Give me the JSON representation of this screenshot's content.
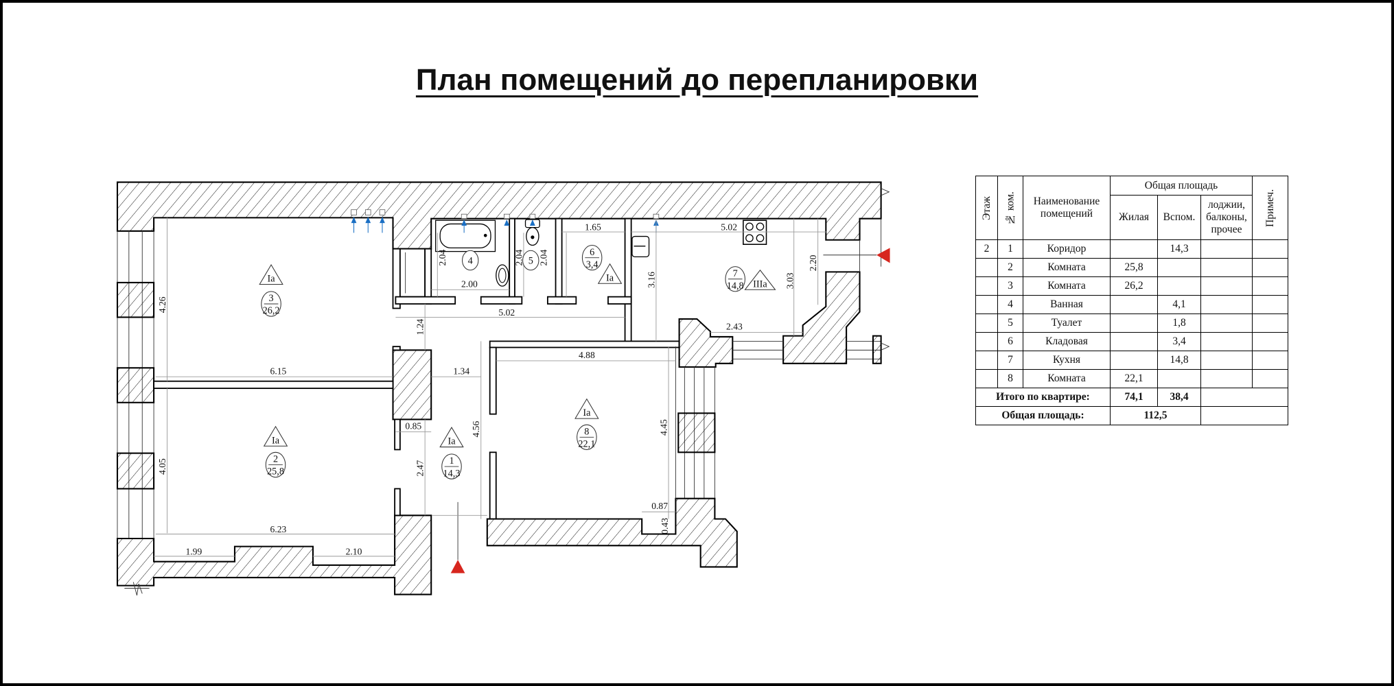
{
  "title": "План помещений до перепланировки",
  "plan": {
    "dimensions": [
      "4.26",
      "4.05",
      "6.15",
      "6.23",
      "1.99",
      "2.10",
      "2.04",
      "2.04",
      "2.04",
      "2.00",
      "5.02",
      "1.65",
      "3.16",
      "5.02",
      "3.03",
      "2.20",
      "2.43",
      "1.24",
      "1.34",
      "0.85",
      "2.47",
      "4.56",
      "4.88",
      "4.45",
      "0.87",
      "0.43"
    ],
    "rooms": [
      {
        "number": "1",
        "area": "14,3",
        "class": "Ia"
      },
      {
        "number": "2",
        "area": "25,8",
        "class": "Ia"
      },
      {
        "number": "3",
        "area": "26,2",
        "class": "Ia"
      },
      {
        "number": "4"
      },
      {
        "number": "5"
      },
      {
        "number": "6",
        "area": "3,4",
        "class": "Ia"
      },
      {
        "number": "7",
        "area": "14,8",
        "class": "IIIa"
      },
      {
        "number": "8",
        "area": "22,1",
        "class": "Ia"
      }
    ],
    "colors": {
      "entrance_marker": "#d7261e",
      "vent_arrow": "#1a6fc4",
      "hatch": "#000000"
    },
    "icons": [
      "bathtub-icon",
      "washbasin-icon",
      "toilet-icon",
      "kitchen-sink-icon",
      "stove-icon",
      "vent-arrow-icon",
      "entrance-marker-icon"
    ]
  },
  "table": {
    "headers": {
      "floor": "Этаж",
      "room_no": "№ ком.",
      "room_name": "Наименование помещений",
      "total_area": "Общая площадь",
      "living": "Жилая",
      "auxiliary": "Вспом.",
      "loggias": "лоджии, балконы, прочее",
      "notes": "Примеч."
    },
    "rows": [
      {
        "floor": "2",
        "no": "1",
        "name": "Коридор",
        "living": "",
        "aux": "14,3"
      },
      {
        "floor": "",
        "no": "2",
        "name": "Комната",
        "living": "25,8",
        "aux": ""
      },
      {
        "floor": "",
        "no": "3",
        "name": "Комната",
        "living": "26,2",
        "aux": ""
      },
      {
        "floor": "",
        "no": "4",
        "name": "Ванная",
        "living": "",
        "aux": "4,1"
      },
      {
        "floor": "",
        "no": "5",
        "name": "Туалет",
        "living": "",
        "aux": "1,8"
      },
      {
        "floor": "",
        "no": "6",
        "name": "Кладовая",
        "living": "",
        "aux": "3,4"
      },
      {
        "floor": "",
        "no": "7",
        "name": "Кухня",
        "living": "",
        "aux": "14,8"
      },
      {
        "floor": "",
        "no": "8",
        "name": "Комната",
        "living": "22,1",
        "aux": ""
      }
    ],
    "total_label": "Итого по квартире:",
    "total_living": "74,1",
    "total_aux": "38,4",
    "grand_label": "Общая площадь:",
    "grand_value": "112,5"
  }
}
